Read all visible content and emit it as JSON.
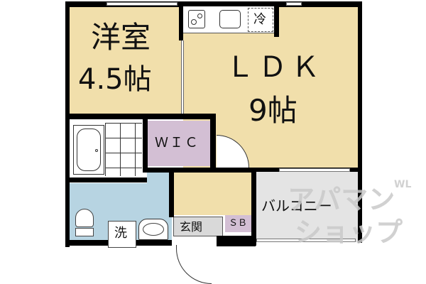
{
  "floorplan": {
    "rooms": {
      "western_room": {
        "name": "洋室",
        "size": "4.5帖"
      },
      "ldk": {
        "name": "ＬＤＫ",
        "size": "9帖"
      },
      "wic": {
        "name": "ＷＩＣ"
      },
      "balcony": {
        "name": "バルコニー"
      },
      "washroom": {
        "label": "洗"
      },
      "entrance": {
        "name": "玄関"
      },
      "shoe_box": {
        "name": "ＳＢ"
      },
      "fridge": {
        "label": "冷"
      }
    },
    "colors": {
      "room": "#f1dfab",
      "closet": "#d3bfd4",
      "wet_area": "#b7d4e2",
      "balcony": "#e4e4e4",
      "wall": "#000000"
    }
  },
  "watermark": {
    "line1": "アパマン",
    "line2": "ショップ",
    "small": "WL"
  }
}
